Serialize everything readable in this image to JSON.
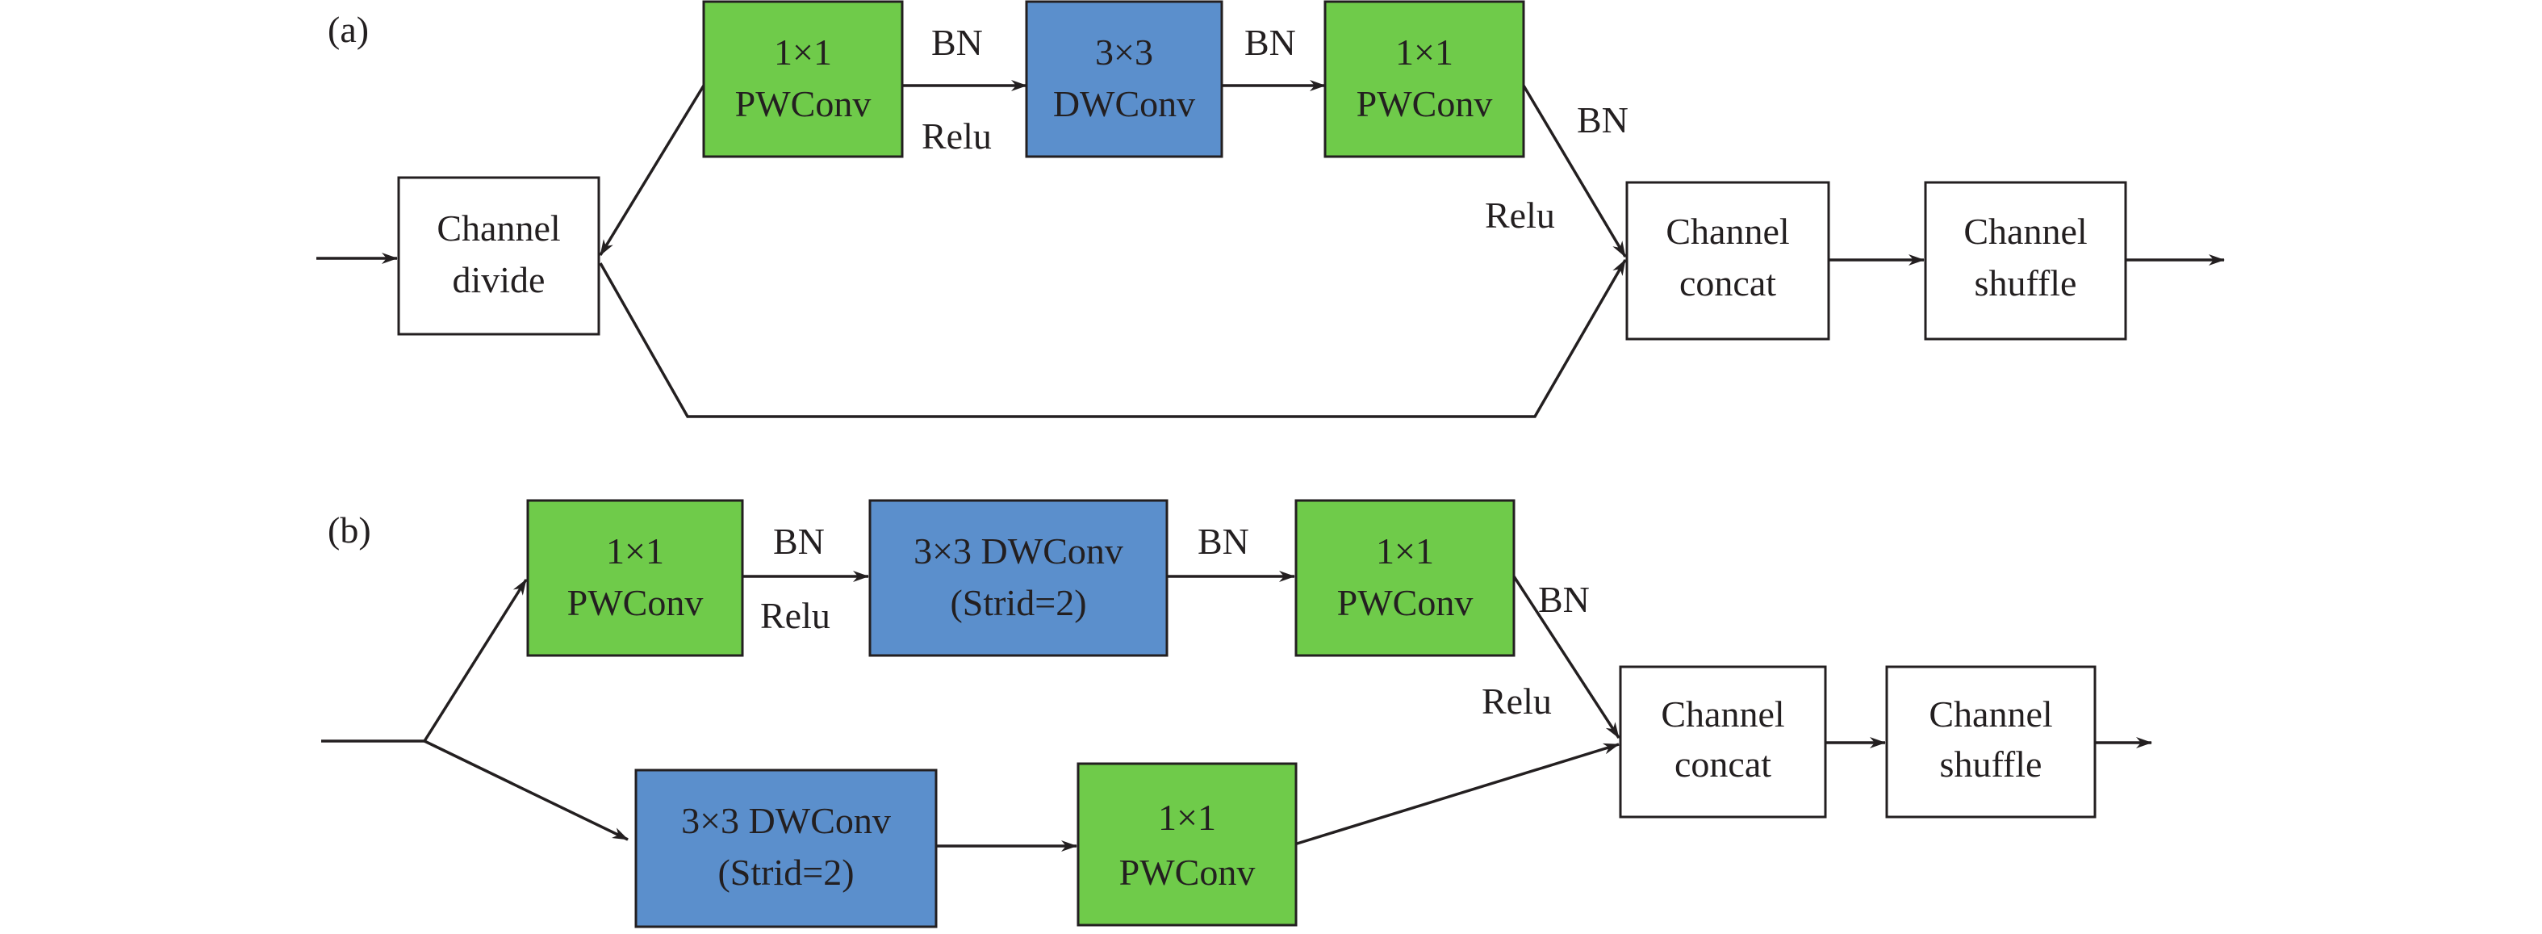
{
  "colors": {
    "pwconv_fill": "#6fcb4a",
    "dwconv_fill": "#5b8fcc",
    "plain_fill": "#ffffff",
    "stroke": "#231f20"
  },
  "panels": [
    {
      "label": "(a)",
      "boxes": [
        {
          "line1": "1×1",
          "line2": "PWConv"
        },
        {
          "line1": "3×3",
          "line2": "DWConv"
        },
        {
          "line1": "1×1",
          "line2": "PWConv"
        },
        {
          "line1": "Channel",
          "line2": "divide"
        },
        {
          "line1": "Channel",
          "line2": "concat"
        },
        {
          "line1": "Channel",
          "line2": "shuffle"
        }
      ],
      "edge_labels": [
        "BN",
        "Relu",
        "BN",
        "BN",
        "Relu"
      ]
    },
    {
      "label": "(b)",
      "boxes": [
        {
          "line1": "1×1",
          "line2": "PWConv"
        },
        {
          "line1": "3×3 DWConv",
          "line2": "(Strid=2)"
        },
        {
          "line1": "1×1",
          "line2": "PWConv"
        },
        {
          "line1": "3×3 DWConv",
          "line2": "(Strid=2)"
        },
        {
          "line1": "1×1",
          "line2": "PWConv"
        },
        {
          "line1": "Channel",
          "line2": "concat"
        },
        {
          "line1": "Channel",
          "line2": "shuffle"
        }
      ],
      "edge_labels": [
        "BN",
        "Relu",
        "BN",
        "BN",
        "Relu"
      ]
    }
  ]
}
